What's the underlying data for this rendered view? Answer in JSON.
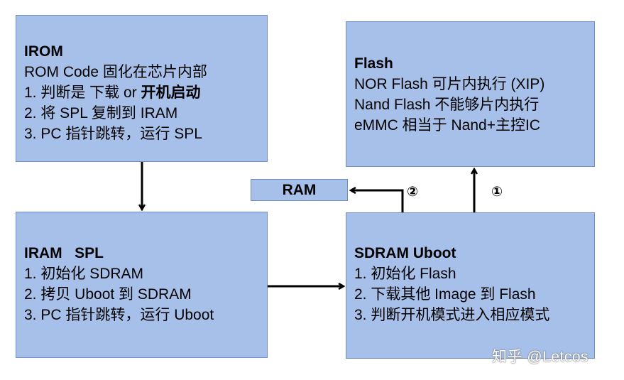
{
  "irom": {
    "title": "IROM",
    "line1": "ROM Code 固化在芯片内部",
    "line2_prefix": "1. 判断是 下载 or ",
    "line2_bold": "开机启动",
    "line3": "2. 将 SPL 复制到 IRAM",
    "line4": "3. PC 指针跳转，运行 SPL"
  },
  "iram": {
    "title": "IRAM   SPL",
    "line1": "1. 初始化 SDRAM",
    "line2": "2. 拷贝 Uboot 到 SDRAM",
    "line3": "3. PC 指针跳转，运行 Uboot"
  },
  "flash": {
    "title": "Flash",
    "line1": "NOR Flash 可片内执行 (XIP)",
    "line2": "Nand Flash 不能够片内执行",
    "line3": "eMMC 相当于 Nand+主控IC"
  },
  "sdram": {
    "title": "SDRAM Uboot",
    "line1": "1. 初始化 Flash",
    "line2": "2. 下载其他 Image 到 Flash",
    "line3": "3. 判断开机模式进入相应模式"
  },
  "ram": {
    "label": "RAM"
  },
  "markers": {
    "m1": "①",
    "m2": "②"
  },
  "watermark": "知乎 @Letcos",
  "colors": {
    "box_fill": "#a7c0ea",
    "box_border": "#6f8fc4",
    "arrow": "#000000"
  }
}
